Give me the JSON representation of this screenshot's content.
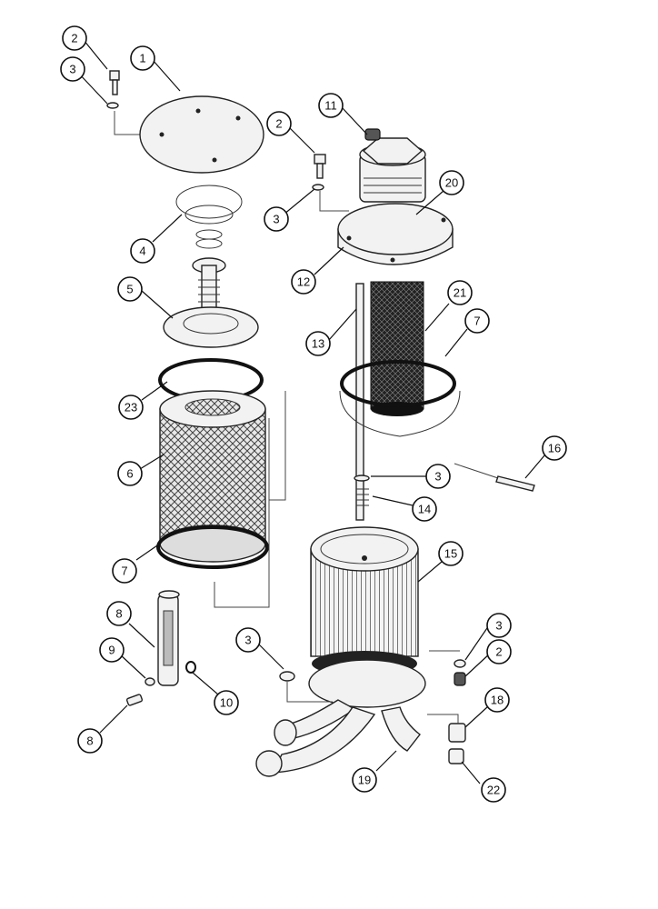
{
  "diagram": {
    "callouts": [
      {
        "id": "c-1a",
        "label": "1"
      },
      {
        "id": "c-2a",
        "label": "2"
      },
      {
        "id": "c-3a",
        "label": "3"
      },
      {
        "id": "c-4",
        "label": "4"
      },
      {
        "id": "c-5",
        "label": "5"
      },
      {
        "id": "c-23",
        "label": "23"
      },
      {
        "id": "c-6",
        "label": "6"
      },
      {
        "id": "c-7a",
        "label": "7"
      },
      {
        "id": "c-8a",
        "label": "8"
      },
      {
        "id": "c-9",
        "label": "9"
      },
      {
        "id": "c-8b",
        "label": "8"
      },
      {
        "id": "c-10",
        "label": "10"
      },
      {
        "id": "c-11",
        "label": "11"
      },
      {
        "id": "c-2b",
        "label": "2"
      },
      {
        "id": "c-3b",
        "label": "3"
      },
      {
        "id": "c-20",
        "label": "20"
      },
      {
        "id": "c-12",
        "label": "12"
      },
      {
        "id": "c-21",
        "label": "21"
      },
      {
        "id": "c-13",
        "label": "13"
      },
      {
        "id": "c-7b",
        "label": "7"
      },
      {
        "id": "c-16",
        "label": "16"
      },
      {
        "id": "c-3c",
        "label": "3"
      },
      {
        "id": "c-14",
        "label": "14"
      },
      {
        "id": "c-15",
        "label": "15"
      },
      {
        "id": "c-3d",
        "label": "3"
      },
      {
        "id": "c-3e",
        "label": "3"
      },
      {
        "id": "c-2c",
        "label": "2"
      },
      {
        "id": "c-18",
        "label": "18"
      },
      {
        "id": "c-19",
        "label": "19"
      },
      {
        "id": "c-22",
        "label": "22"
      }
    ]
  }
}
